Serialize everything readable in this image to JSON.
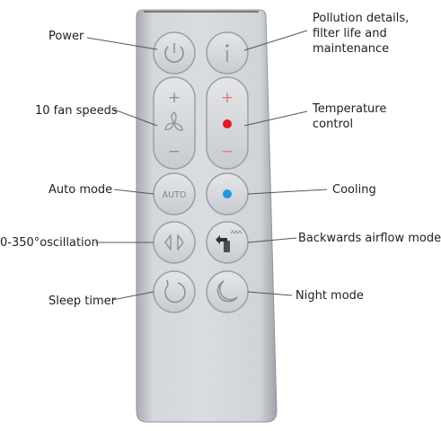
{
  "labels": {
    "power": "Power",
    "fan_speeds": "10 fan speeds",
    "auto_mode": "Auto mode",
    "oscillation": "0-350°oscillation",
    "sleep_timer": "Sleep timer",
    "pollution": [
      "Pollution details,",
      "filter life and",
      "maintenance"
    ],
    "temperature": [
      "Temperature",
      "control"
    ],
    "cooling": "Cooling",
    "backwards_airflow": "Backwards airflow mode",
    "night_mode": "Night mode"
  },
  "buttons": {
    "auto_text": "AUTO",
    "plus": "+",
    "minus": "−",
    "info": "i"
  },
  "colors": {
    "remote_body": "#c9ccd1",
    "button_ring": "#9aa0a8",
    "symbol": "#8a9099",
    "heat_dot": "#e21b23",
    "cool_dot": "#1e9be0",
    "heat_symbol": "#e57a80",
    "line": "#555555"
  },
  "icons": [
    "power-icon",
    "info-icon",
    "fan-icon",
    "heat-dot-icon",
    "cool-dot-icon",
    "oscillation-icon",
    "backwards-airflow-icon",
    "sleep-timer-icon",
    "moon-icon"
  ]
}
